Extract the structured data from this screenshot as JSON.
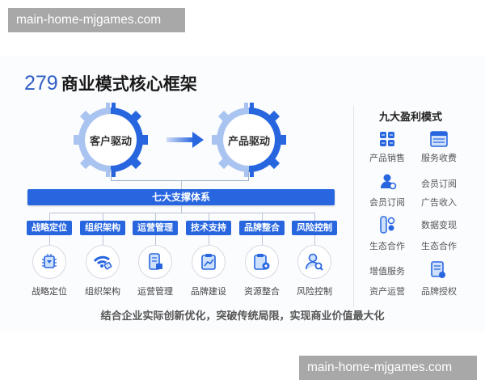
{
  "watermarks": {
    "top": "main-home-mjgames.com",
    "bottom": "main-home-mjgames.com"
  },
  "header": {
    "number": "279",
    "title": "商业模式核心框架"
  },
  "drivers": [
    {
      "label": "客户驱动",
      "icon": "gear-icon"
    },
    {
      "label": "产品驱动",
      "icon": "gear-icon"
    }
  ],
  "arrow": {
    "icon": "arrow-right-icon"
  },
  "support_system": {
    "title": "七大支撑体系",
    "pillars": [
      "战略定位",
      "组织架构",
      "运营管理",
      "技术支持",
      "品牌整合",
      "风险控制"
    ],
    "items": [
      {
        "label": "战略定位",
        "icon": "chip-icon"
      },
      {
        "label": "组织架构",
        "icon": "wifi-tag-icon"
      },
      {
        "label": "运营管理",
        "icon": "clipboard-phone-icon"
      },
      {
        "label": "品牌建设",
        "icon": "chart-clipboard-icon"
      },
      {
        "label": "资源整合",
        "icon": "clipboard-gear-icon"
      },
      {
        "label": "风险控制",
        "icon": "user-search-icon"
      }
    ]
  },
  "profit_models": {
    "title": "九大盈利模式",
    "left": [
      {
        "label": "产品销售",
        "icon": "grid-icon"
      },
      {
        "label": "会员订阅",
        "icon": "user-gear-icon"
      },
      {
        "label": "生态合作",
        "icon": "toggle-icon"
      },
      {
        "label": "增值服务",
        "icon": null
      },
      {
        "label": "资产运营",
        "icon": null
      }
    ],
    "right": [
      {
        "label": "服务收费",
        "icon": "browser-icon"
      },
      {
        "label": "会员订阅",
        "icon": null
      },
      {
        "label": "广告收入",
        "icon": null
      },
      {
        "label": "数据变现",
        "icon": null
      },
      {
        "label": "生态合作",
        "icon": null
      },
      {
        "label": "品牌授权",
        "icon": "document-icon"
      }
    ]
  },
  "tagline": "结合企业实际创新优化，突破传统局限，实现商业价值最大化",
  "colors": {
    "primary": "#2866e0",
    "light": "#a9c4f0",
    "number": "#2f5ec4"
  }
}
